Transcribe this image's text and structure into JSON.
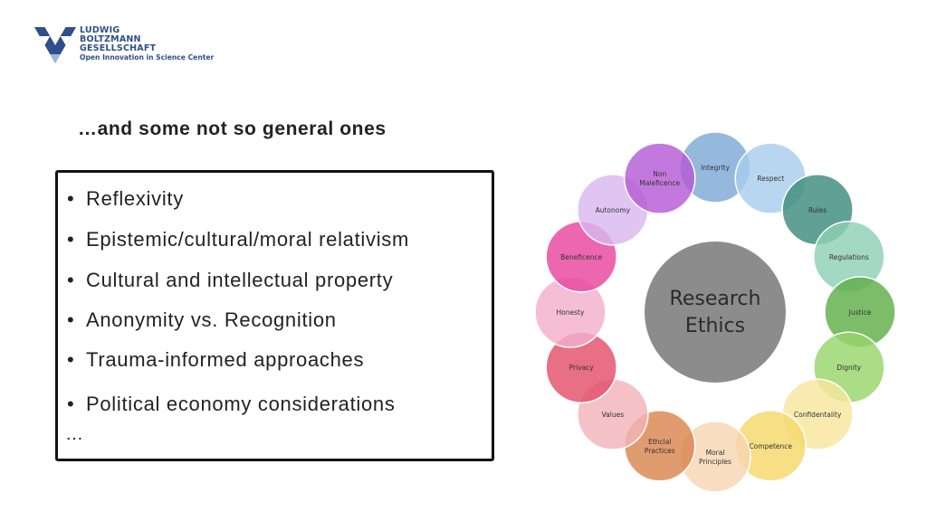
{
  "logo": {
    "lines": [
      "Ludwig",
      "Boltzmann",
      "Gesellschaft"
    ],
    "sub": "Open Innovation in Science Center",
    "icon": "lbg-triangle-icon",
    "color": "#2f4f8a"
  },
  "subtitle": "…and some not so general ones",
  "list": {
    "items": [
      "Reflexivity",
      "Epistemic/cultural/moral relativism",
      "Cultural and intellectual property",
      "Anonymity vs. Recognition",
      "Trauma-informed approaches",
      "Political economy considerations"
    ],
    "bullet": "•",
    "trailing": "…"
  },
  "diagram": {
    "center": [
      "Research",
      "Ethics"
    ],
    "center_color": "#8c8c8c",
    "nodes": [
      {
        "lines": [
          "Integrity"
        ],
        "color": "#7ea9d6"
      },
      {
        "lines": [
          "Respect"
        ],
        "color": "#a9cdee"
      },
      {
        "lines": [
          "Rules"
        ],
        "color": "#3e8b7c"
      },
      {
        "lines": [
          "Regulations"
        ],
        "color": "#8fcfb5"
      },
      {
        "lines": [
          "Justice"
        ],
        "color": "#5fae48"
      },
      {
        "lines": [
          "Dignity"
        ],
        "color": "#98d46b"
      },
      {
        "lines": [
          "Confidentality"
        ],
        "color": "#f8e79d"
      },
      {
        "lines": [
          "Competence"
        ],
        "color": "#f5d86a"
      },
      {
        "lines": [
          "Moral",
          "Principles"
        ],
        "color": "#f6d6b2"
      },
      {
        "lines": [
          "Ethcial",
          "Practices"
        ],
        "color": "#d9854e"
      },
      {
        "lines": [
          "Values"
        ],
        "color": "#f2b5ba"
      },
      {
        "lines": [
          "Privacy"
        ],
        "color": "#e34f6a"
      },
      {
        "lines": [
          "Honesty"
        ],
        "color": "#f3b0cc"
      },
      {
        "lines": [
          "Beneficence"
        ],
        "color": "#e8459d"
      },
      {
        "lines": [
          "Autonomy"
        ],
        "color": "#d9b8ef"
      },
      {
        "lines": [
          "Non",
          "Maleficence"
        ],
        "color": "#b45ad6"
      }
    ]
  }
}
